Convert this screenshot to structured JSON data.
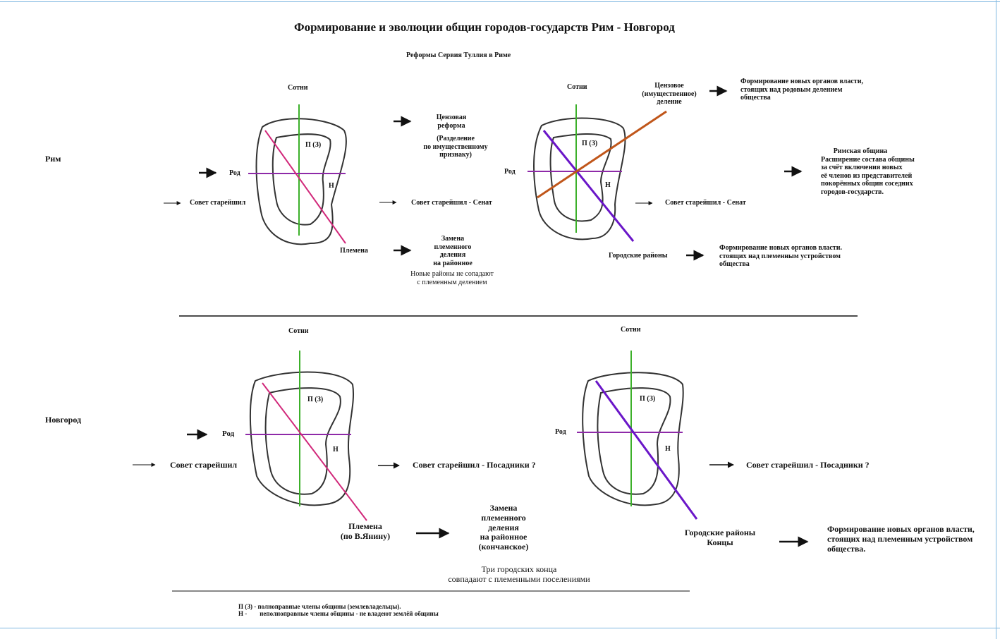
{
  "title": "Формирование и эволюции общин городов-государств  Рим -  Новгород",
  "subtitle": "Реформы Сервия Туллия в Риме",
  "rome": {
    "city_label": "Рим",
    "left": {
      "sotni": "Сотни",
      "rod": "Род",
      "p": "П (З)",
      "n": "Н",
      "council": "Совет старейшил",
      "plemena": "Племена"
    },
    "middle": {
      "census_reform": [
        "Цензовая",
        "реформа"
      ],
      "census_note": [
        "(Разделение",
        "по имущественному",
        "признаку)"
      ],
      "council_senate": "Совет старейшил -  Сенат",
      "replace": [
        "Замена",
        "племенного",
        "деления",
        "на районное"
      ],
      "replace_note": [
        "Новые районы не сопадают",
        "с племенным делением"
      ]
    },
    "right": {
      "sotni": "Сотни",
      "rod": "Род",
      "p": "П (З)",
      "n": "Н",
      "census_division": [
        "Цензовое",
        "(имущественное)",
        "деление"
      ],
      "council_senate": "Совет старейшил - Сенат",
      "districts": "Городские районы"
    },
    "far_right": {
      "new_bodies_1": [
        "Формирование новых органов власти,",
        "стоящих над родовым делением",
        "общества"
      ],
      "community": [
        "Римская община",
        "Расширение состава общины",
        "за счёт включения новых",
        "её членов из представителей",
        "покорённых общин соседних",
        "городов-государств."
      ],
      "new_bodies_2": [
        "Формирование новых органов власти.",
        "стоящих над племенным устройством",
        "общества"
      ]
    }
  },
  "novgorod": {
    "city_label": "Новгород",
    "left": {
      "sotni": "Сотни",
      "rod": "Род",
      "p": "П (З)",
      "n": "Н",
      "council": "Совет старейшил",
      "plemena": [
        "Племена",
        "(по В.Янину)"
      ]
    },
    "middle": {
      "council_posadniki": "Совет старейшил  -  Посадники ?",
      "replace": [
        "Замена",
        "племенного",
        "деления",
        "на районное",
        "(кончанское)"
      ],
      "replace_note": [
        "Три городских конца",
        "совпадают с племенными  поселениями"
      ]
    },
    "right": {
      "sotni": "Сотни",
      "rod": "Род",
      "p": "П (З)",
      "n": "Н",
      "council_posadniki": "Совет старейшил - Посадники ?",
      "districts": [
        "Городские районы",
        "Концы"
      ],
      "new_bodies": [
        "Формирование новых органов власти,",
        "стоящих над племенным устройством",
        "общества."
      ]
    }
  },
  "legend": {
    "p_line": "П (З) - полноправные члены общины (землевладельцы).",
    "n_line": "Н -        неполноправные члены общины - не владеют землёй общины"
  },
  "colors": {
    "sotni_line": "#3cb02a",
    "rod_line": "#8e2aa8",
    "plemena_line": "#d1287a",
    "districts_line": "#6a16c8",
    "census_line": "#c0561a",
    "outline": "#333333",
    "frame": "#7fb8e0"
  }
}
